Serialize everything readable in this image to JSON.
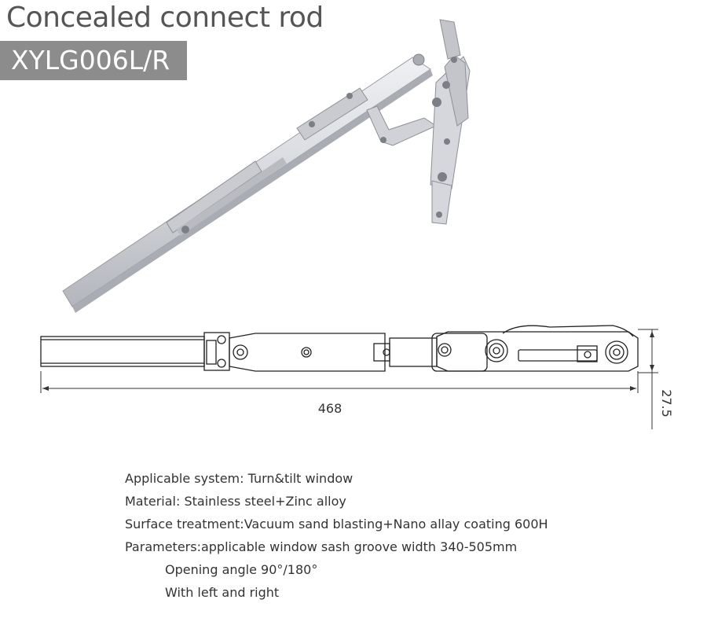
{
  "header": {
    "title": "Concealed connect rod",
    "model": "XYLG006L/R"
  },
  "drawing": {
    "length_label": "468",
    "height_label": "27.5"
  },
  "specs": [
    {
      "text": "Applicable system: Turn&tilt window",
      "indent": false
    },
    {
      "text": "Material: Stainless steel+Zinc alloy",
      "indent": false
    },
    {
      "text": "Surface treatment:Vacuum sand blasting+Nano allay coating 600H",
      "indent": false
    },
    {
      "text": "Parameters:applicable window sash groove width 340-505mm",
      "indent": false
    },
    {
      "text": "Opening angle  90°/180°",
      "indent": true
    },
    {
      "text": "With left and right",
      "indent": true
    }
  ],
  "colors": {
    "badge_bg": "#8c8c8c",
    "title_text": "#555555",
    "metal_light": "#e3e4e8",
    "metal_mid": "#c5c7cc",
    "metal_dark": "#9a9ca3",
    "drawing_line": "#222222"
  }
}
